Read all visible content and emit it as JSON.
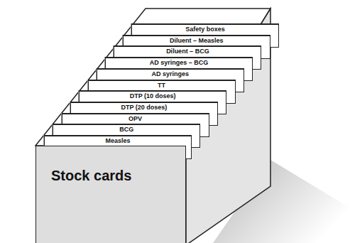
{
  "diagram": {
    "nodes": [
      {
        "text": [
          "Safety boxes"
        ]
      },
      {
        "text": [
          "Diluent – Measles"
        ]
      },
      {
        "text": [
          "Diluent – BCG"
        ]
      },
      {
        "text": [
          "AD syringes – BCG"
        ]
      },
      {
        "text": [
          "AD syringes"
        ]
      },
      {
        "text": [
          "TT"
        ]
      },
      {
        "text": [
          "DTP (10 doses)"
        ]
      },
      {
        "text": [
          "DTP (20 doses)"
        ]
      },
      {
        "text": [
          "OPV"
        ]
      },
      {
        "text": [
          "BCG"
        ]
      },
      {
        "text": [
          "Measles"
        ]
      },
      {
        "text": [
          "Stock cards"
        ]
      }
    ]
  }
}
